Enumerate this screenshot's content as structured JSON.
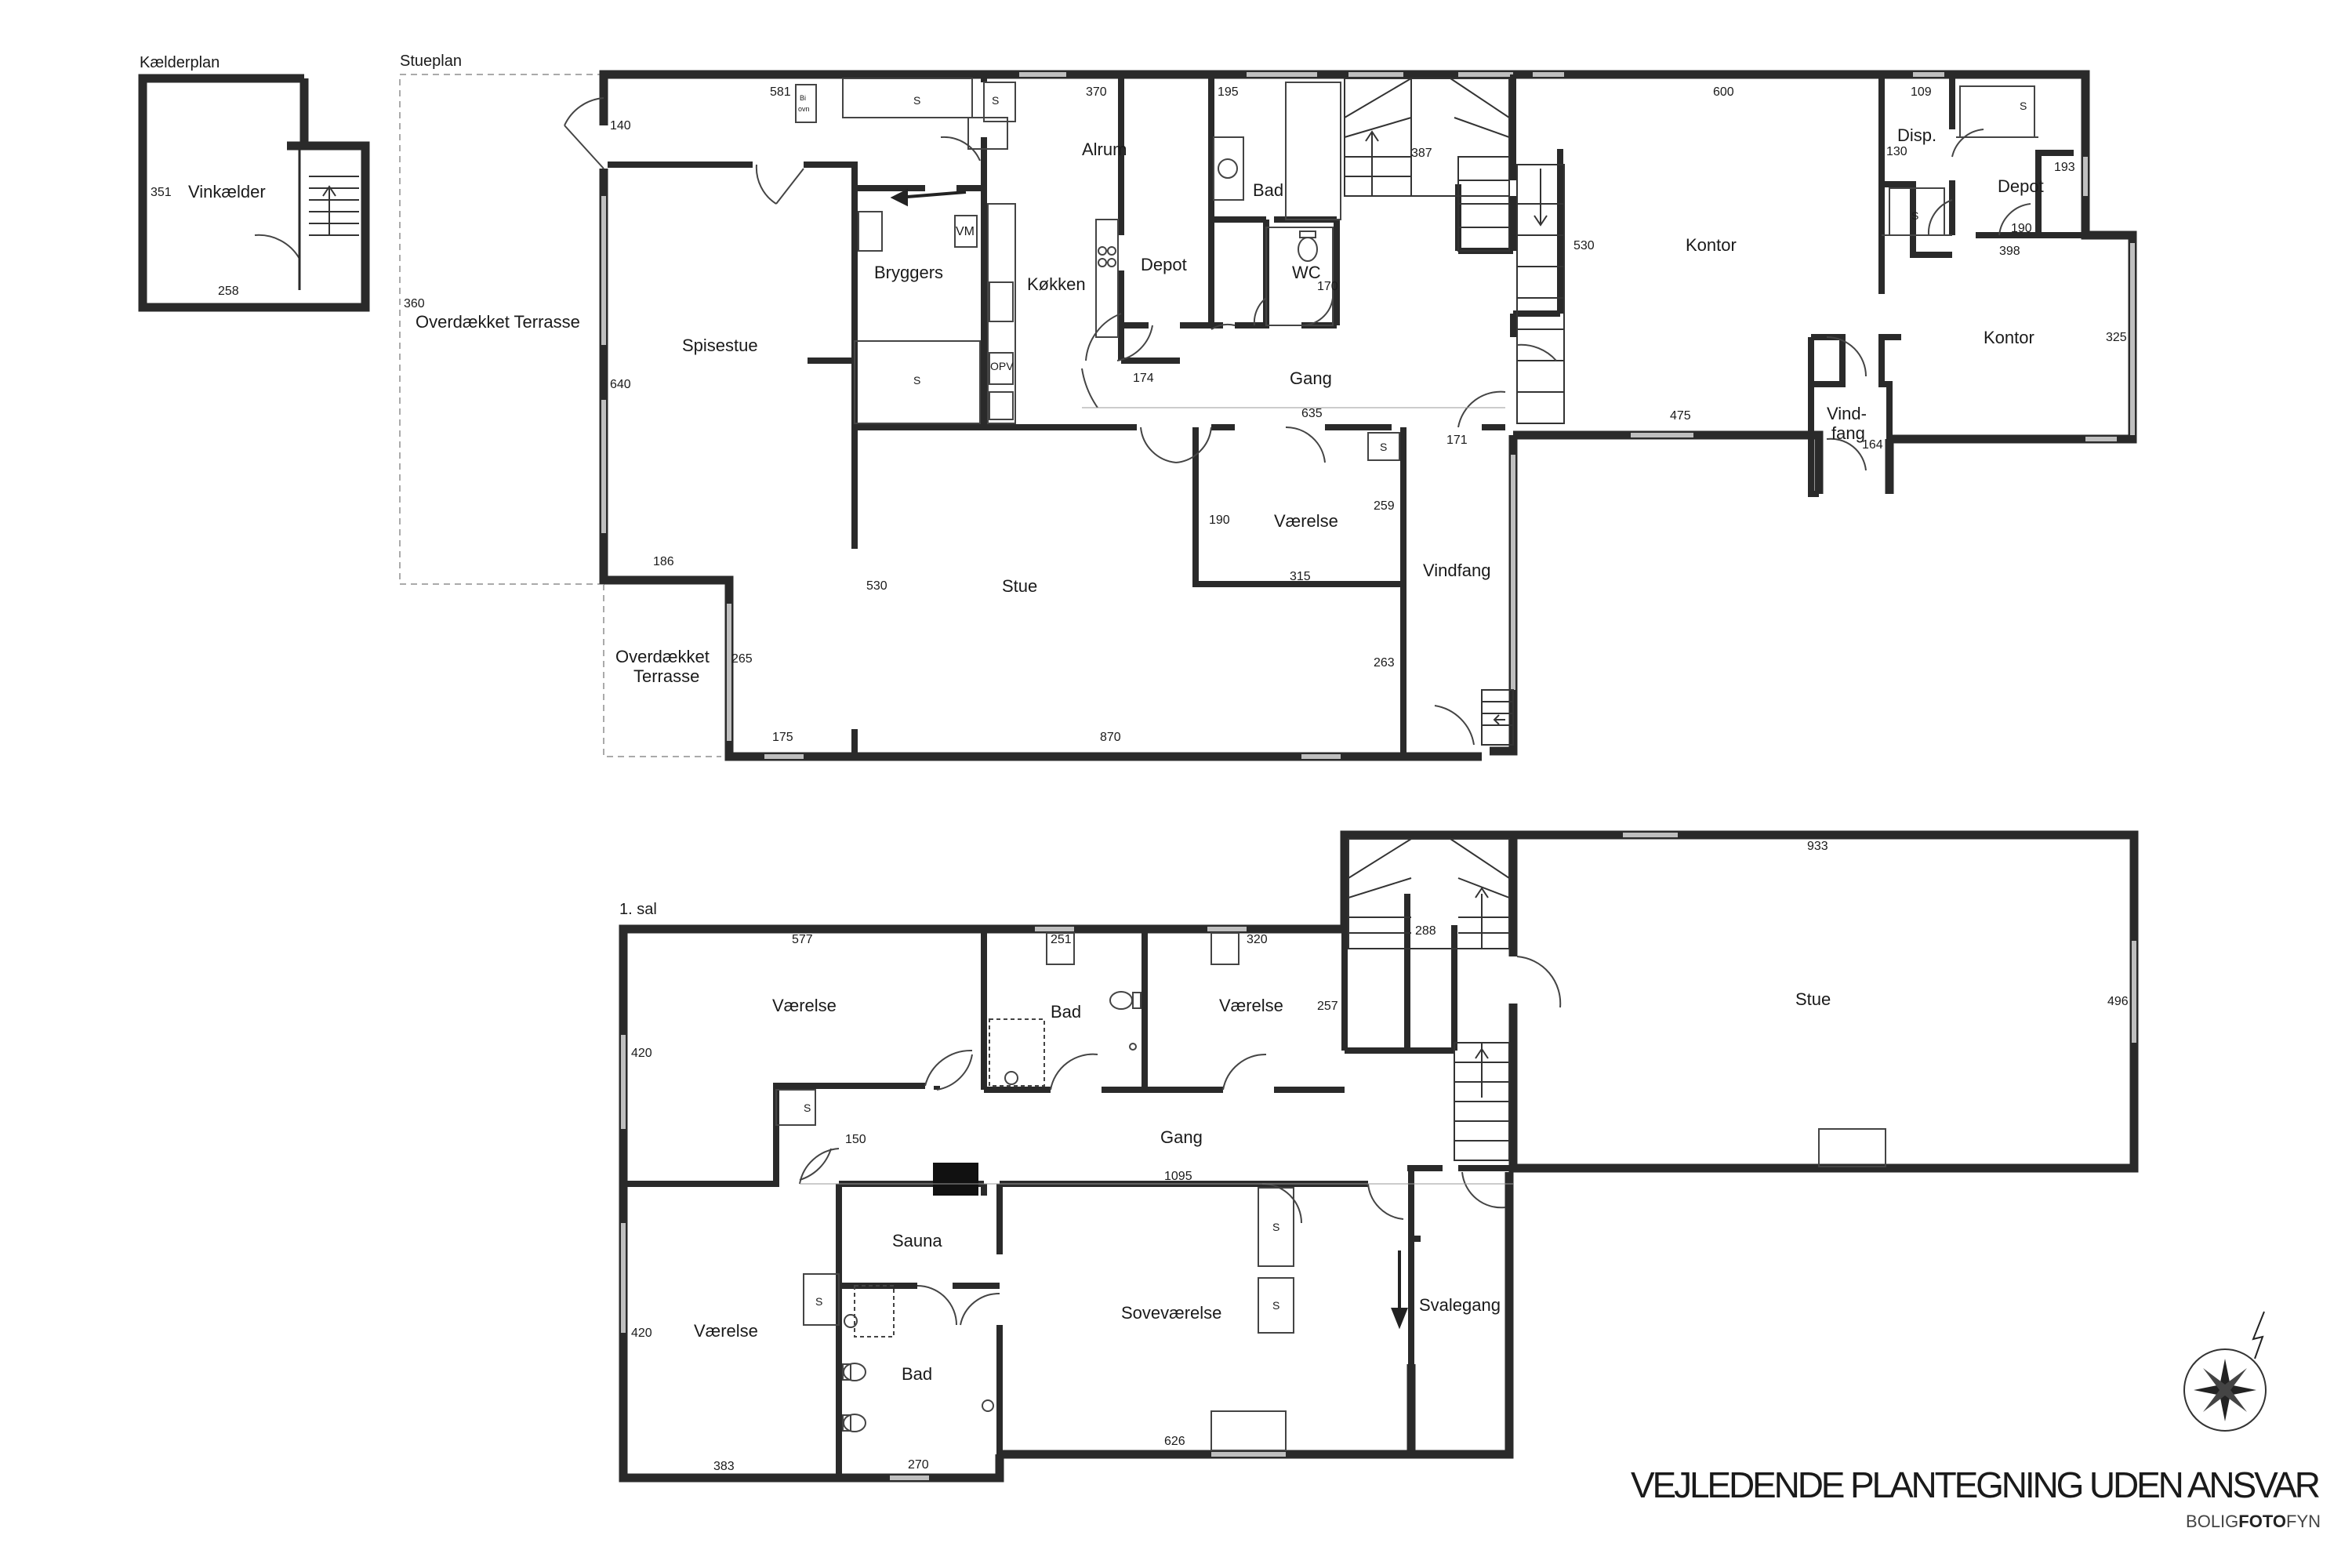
{
  "sections": {
    "basement": "Kælderplan",
    "ground": "Stueplan",
    "first": "1. sal"
  },
  "basement": {
    "rooms": {
      "vinkaelder": "Vinkælder"
    },
    "dims": {
      "d351": "351",
      "d258": "258"
    }
  },
  "ground": {
    "rooms": {
      "terrasse_big": "Overdækket Terrasse",
      "terrasse_small_1": "Overdækket",
      "terrasse_small_2": "Terrasse",
      "spisestue": "Spisestue",
      "bryggers": "Bryggers",
      "koekken": "Køkken",
      "alrum": "Alrum",
      "depot": "Depot",
      "bad": "Bad",
      "wc": "WC",
      "gang": "Gang",
      "vaerelse": "Værelse",
      "stue": "Stue",
      "vindfang": "Vindfang",
      "kontor1": "Kontor",
      "kontor2": "Kontor",
      "disp": "Disp.",
      "depot2": "Depot",
      "vindfang2_1": "Vind-",
      "vindfang2_2": "fang"
    },
    "fixtures": {
      "vm": "VM",
      "opv": "OPV",
      "s": "S",
      "bkovn_1": "Bi",
      "bkovn_2": "ovn"
    },
    "dims": {
      "d140": "140",
      "d581": "581",
      "d370": "370",
      "d195": "195",
      "d387": "387",
      "d600": "600",
      "d109": "109",
      "d360": "360",
      "d640": "640",
      "d186": "186",
      "d265": "265",
      "d530a": "530",
      "d175": "175",
      "d870": "870",
      "d174": "174",
      "d635": "635",
      "d171": "171",
      "d190a": "190",
      "d259": "259",
      "d315": "315",
      "d263": "263",
      "d170": "170",
      "d530b": "530",
      "d475": "475",
      "d130": "130",
      "d193": "193",
      "d190b": "190",
      "d398": "398",
      "d325": "325",
      "d164": "164"
    }
  },
  "first": {
    "rooms": {
      "vaerelse1": "Værelse",
      "bad1": "Bad",
      "vaerelse2": "Værelse",
      "stue": "Stue",
      "gang": "Gang",
      "vaerelse3": "Værelse",
      "sauna": "Sauna",
      "bad2": "Bad",
      "sovevaerelse": "Soveværelse",
      "svalegang": "Svalegang"
    },
    "fixtures": {
      "s": "S"
    },
    "dims": {
      "d577": "577",
      "d251": "251",
      "d320": "320",
      "d257": "257",
      "d288": "288",
      "d933": "933",
      "d496": "496",
      "d420a": "420",
      "d150": "150",
      "d1095": "1095",
      "d420b": "420",
      "d383": "383",
      "d270": "270",
      "d626": "626"
    }
  },
  "disclaimer": "VEJLEDENDE PLANTEGNING UDEN ANSVAR",
  "brand": {
    "pre": "BOLIG",
    "bold": "FOTO",
    "post": "FYN"
  },
  "colors": {
    "wall": "#2a2a2a",
    "window": "#bfbfbf",
    "line": "#333333"
  },
  "icons": [
    "compass-rose-icon",
    "stairs-icon",
    "door-swing-icon",
    "toilet-icon",
    "sink-icon",
    "stove-icon"
  ]
}
